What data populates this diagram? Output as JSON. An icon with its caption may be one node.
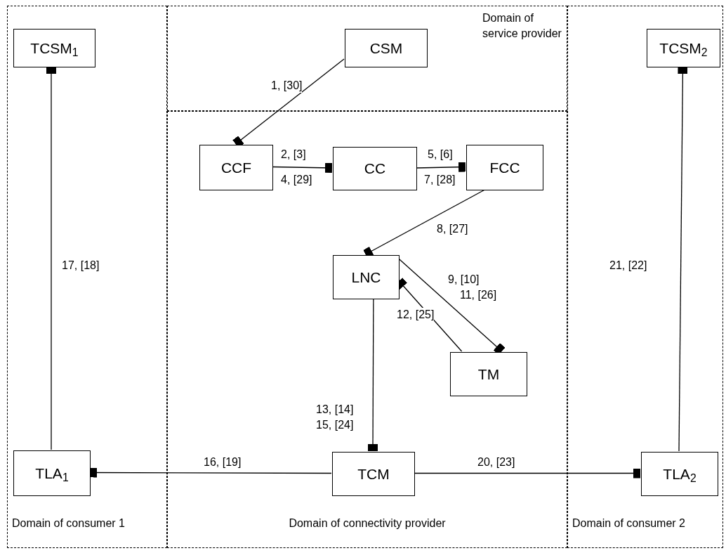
{
  "diagram": {
    "nodes": [
      {
        "text": [
          "Domain of consumer 1"
        ]
      },
      {
        "text": [
          "TCSM$_{1}$"
        ],
        "in": 0
      },
      {
        "text": [
          "TLA$_{1}$"
        ],
        "in": 0
      },
      {
        "text": [
          "Domain of service provider"
        ]
      },
      {
        "text": [
          "CSM"
        ],
        "in": 3
      },
      {
        "text": [
          "Domain of connectivity provider"
        ]
      },
      {
        "text": [
          "CCF"
        ],
        "in": 5
      },
      {
        "text": [
          "CC"
        ],
        "in": 5
      },
      {
        "text": [
          "FCC"
        ],
        "in": 5
      },
      {
        "text": [
          "LNC"
        ],
        "in": 5
      },
      {
        "text": [
          "TM"
        ],
        "in": 5
      },
      {
        "text": [
          "TCM"
        ],
        "in": 5
      },
      {
        "text": [
          "Domain of consumer 2"
        ]
      },
      {
        "text": [
          "TCSM$_{2}$"
        ],
        "in": 12
      },
      {
        "text": [
          "TLA$_{2}$"
        ],
        "in": 12
      }
    ],
    "edges": [
      {
        "from": 2,
        "to": 1,
        "arrow": "other",
        "label": "17, [18]"
      },
      {
        "from": 4,
        "to": 6,
        "arrow": "other",
        "label": "1, [30]"
      },
      {
        "from": 6,
        "to": 7,
        "arrow": "other",
        "label": "2, [3]"
      },
      {
        "from": 7,
        "to": 8,
        "arrow": "other",
        "label": "5, [6]"
      },
      {
        "from": 8,
        "to": 9,
        "arrow": "other",
        "label": "8, [27]"
      },
      {
        "from": 9,
        "to": 10,
        "arrow": "other",
        "label": "9, [10]"
      },
      {
        "from": 10,
        "to": 9,
        "arrow": "other",
        "label": "12, [25]"
      },
      {
        "from": 9,
        "to": 11,
        "arrow": "other",
        "label": "13, [14]"
      },
      {
        "from": 11,
        "to": 2,
        "arrow": "other",
        "label": "16, [19]"
      },
      {
        "from": 11,
        "to": 14,
        "arrow": "other",
        "label": "20, [23]"
      },
      {
        "from": 14,
        "to": 13,
        "arrow": "other",
        "label": "21, [22]"
      }
    ],
    "labels": [
      "4, [29]",
      "7, [28]",
      "11, [26]",
      "15, [24]"
    ]
  }
}
